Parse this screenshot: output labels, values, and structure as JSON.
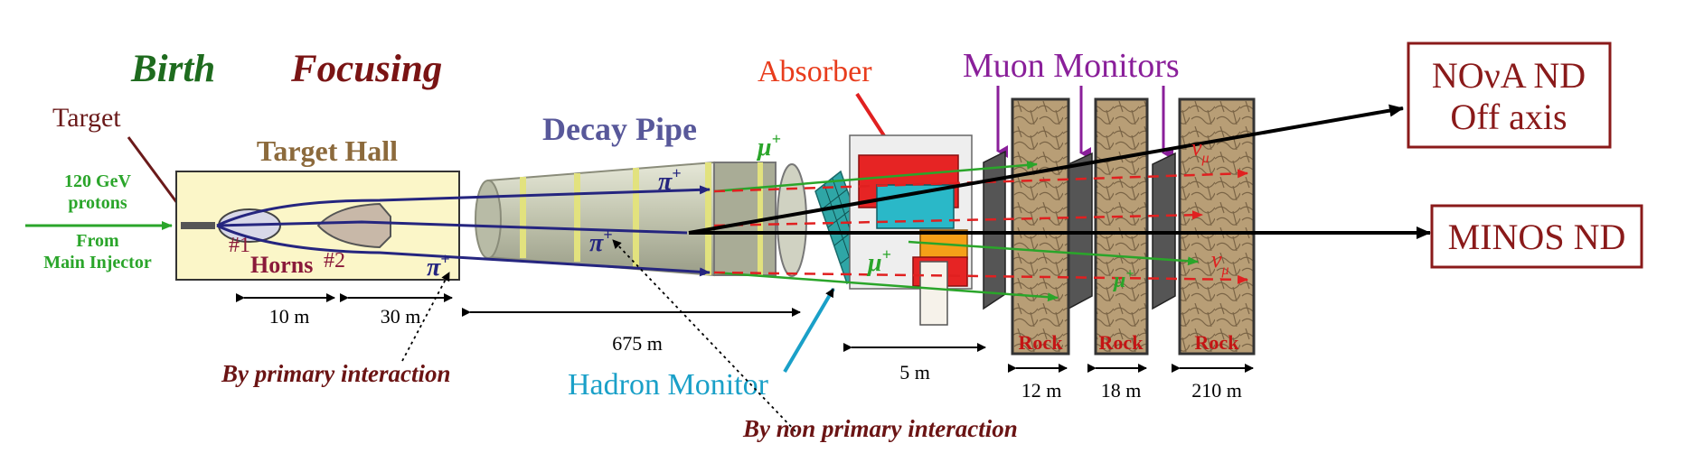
{
  "headings": {
    "birth": "Birth",
    "focusing": "Focusing"
  },
  "target_label": "Target",
  "beam": {
    "energy": "120 GeV",
    "particle": "protons",
    "from": "From",
    "source": "Main Injector"
  },
  "target_hall": {
    "title": "Target Hall",
    "horns": "Horns",
    "horn1": "#1",
    "horn2": "#2"
  },
  "decay_pipe": "Decay Pipe",
  "absorber": "Absorber",
  "muon_monitors": "Muon Monitors",
  "hadron_monitor": "Hadron Monitor",
  "rock_label": "Rock",
  "particles": {
    "pi_plus": "π",
    "mu_plus": "μ",
    "nu": "ν",
    "plus": "+",
    "mu_sub": "μ"
  },
  "detectors": {
    "nova_line1": "NOνA ND",
    "nova_line2": "Off axis",
    "minos": "MINOS ND"
  },
  "distances": {
    "d10": "10 m",
    "d30": "30 m",
    "d675": "675 m",
    "d5": "5 m",
    "d12": "12 m",
    "d18": "18 m",
    "d210": "210 m"
  },
  "interactions": {
    "primary": "By primary interaction",
    "non_primary": "By non primary interaction"
  },
  "colors": {
    "birth": "#1e6b1e",
    "focusing": "#7a1414",
    "target": "#6b1a1a",
    "beam": "#2aa52a",
    "hall_fill": "#fbf6c8",
    "hall_title": "#8c6a3c",
    "decay_pipe_text": "#58589a",
    "pipe_fill": "#c4c7b2",
    "ring": "#dede7a",
    "absorber": "#e83c1c",
    "muon": "#8a1f9a",
    "hadron": "#1aa0c8",
    "pion": "#25257f",
    "rock": "#b8a07a",
    "rock_text": "#c41414",
    "detector": "#8a1a1a"
  }
}
